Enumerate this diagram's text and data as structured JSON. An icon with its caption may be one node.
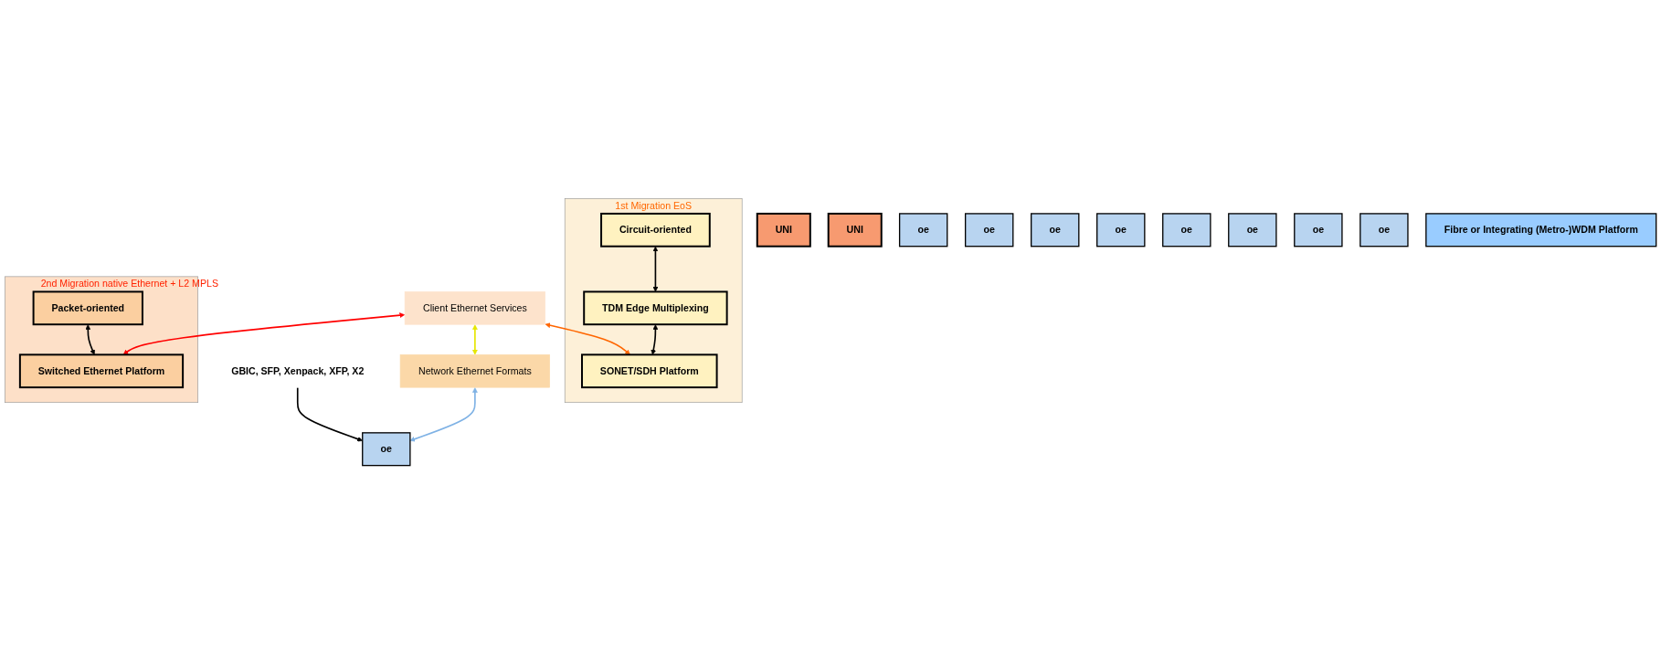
{
  "diagram": {
    "nodes": [
      {
        "text": [
          "Client Ethernet Services"
        ]
      },
      {
        "text": [
          "UNI"
        ]
      },
      {
        "text": [
          "UNI"
        ]
      },
      {
        "text": [
          "Network Ethernet Formats"
        ]
      },
      {
        "text": [
          "1st Migration EoS"
        ]
      },
      {
        "text": [
          "Circuit-oriented"
        ],
        "in": 4
      },
      {
        "text": [
          "TDM Edge Multiplexing"
        ],
        "in": 4
      },
      {
        "text": [
          "SONET/SDH Platform"
        ],
        "in": 4
      },
      {
        "text": [
          "2nd Migration native Ethernet + L2 MPLS"
        ]
      },
      {
        "text": [
          "Packet-oriented"
        ],
        "in": 8
      },
      {
        "text": [
          "Switched Ethernet Platform"
        ],
        "in": 8
      },
      {
        "text": [
          "oe"
        ]
      },
      {
        "text": [
          "oe"
        ]
      },
      {
        "text": [
          "oe"
        ]
      },
      {
        "text": [
          "oe"
        ]
      },
      {
        "text": [
          "oe"
        ]
      },
      {
        "text": [
          "oe"
        ]
      },
      {
        "text": [
          "oe"
        ]
      },
      {
        "text": [
          "oe"
        ]
      },
      {
        "text": [
          "oe"
        ]
      },
      {
        "text": [
          "Fibre or Integrating (Metro-)WDM Platform"
        ]
      },
      {
        "text": [
          "GBIC, SFP, Xenpack, XFP, X2"
        ]
      }
    ],
    "edges": [
      {
        "from": 0,
        "to": 7,
        "arrow": "both",
        "color": "#ff6600"
      },
      {
        "from": 0,
        "to": 10,
        "arrow": "both",
        "color": "#ff0000"
      },
      {
        "from": 0,
        "to": 3,
        "arrow": "both",
        "color": "#e6e600"
      },
      {
        "from": 5,
        "to": 6,
        "arrow": "both"
      },
      {
        "from": 6,
        "to": 7,
        "arrow": "both"
      },
      {
        "from": 9,
        "to": 10,
        "arrow": "both"
      },
      {
        "from": 3,
        "to": 15,
        "arrow": "both",
        "color": "#7fb2e5"
      },
      {
        "from": 21,
        "to": 15,
        "arrow": "to"
      }
    ]
  }
}
